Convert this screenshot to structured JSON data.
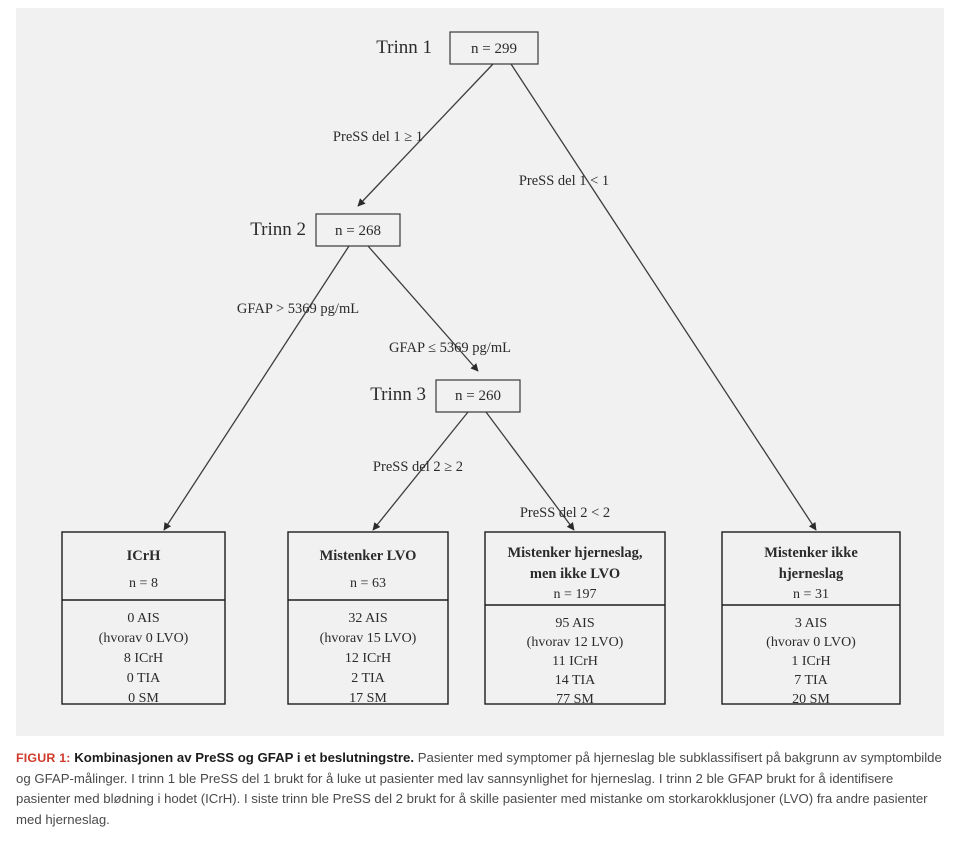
{
  "figure": {
    "nodes": [
      {
        "step": "Trinn 1",
        "n": "n = 299"
      },
      {
        "step": "Trinn 2",
        "n": "n = 268"
      },
      {
        "step": "Trinn 3",
        "n": "n = 260"
      }
    ],
    "edge_labels": [
      "PreSS del 1 ≥ 1",
      "PreSS del 1 < 1",
      "GFAP > 5369 pg/mL",
      "GFAP ≤ 5369 pg/mL",
      "PreSS del 2 ≥ 2",
      "PreSS del 2 < 2"
    ],
    "leaves": [
      {
        "title_line1": "ICrH",
        "title_line2": "",
        "n": "n = 8",
        "rows": [
          "0 AIS",
          "(hvorav  0 LVO)",
          "8 ICrH",
          "0 TIA",
          "0 SM"
        ]
      },
      {
        "title_line1": "Mistenker LVO",
        "title_line2": "",
        "n": "n = 63",
        "rows": [
          "32 AIS",
          "(hvorav  15 LVO)",
          "12 ICrH",
          "2 TIA",
          "17 SM"
        ]
      },
      {
        "title_line1": "Mistenker hjerneslag,",
        "title_line2": "men ikke LVO",
        "n": "n = 197",
        "rows": [
          "95 AIS",
          "(hvorav  12 LVO)",
          "11 ICrH",
          "14 TIA",
          "77 SM"
        ]
      },
      {
        "title_line1": "Mistenker ikke",
        "title_line2": "hjerneslag",
        "n": "n = 31",
        "rows": [
          "3 AIS",
          "(hvorav  0 LVO)",
          "1 ICrH",
          "7 TIA",
          "20 SM"
        ]
      }
    ]
  },
  "caption": {
    "figure_number": "FIGUR 1:",
    "title": "Kombinasjonen av PreSS og GFAP i et beslutningstre.",
    "body": "Pasienter med symptomer på hjerneslag ble subklassifisert på bakgrunn av symptombilde og GFAP-målinger. I trinn 1 ble PreSS del 1 brukt for å luke ut pasienter med lav sannsynlighet for hjerneslag. I trinn 2 ble GFAP brukt for å identifisere pasienter med blødning i hodet (ICrH). I siste trinn ble PreSS del 2 brukt for å skille pasienter med mistanke om storkarokklusjoner (LVO) fra andre pasienter med hjerneslag."
  },
  "colors": {
    "panel_background": "#f1f1f1",
    "page_background": "#ffffff",
    "line": "#3d3d3d",
    "figure_number_accent": "#d03a2a",
    "caption_text": "#4a4a4a"
  }
}
